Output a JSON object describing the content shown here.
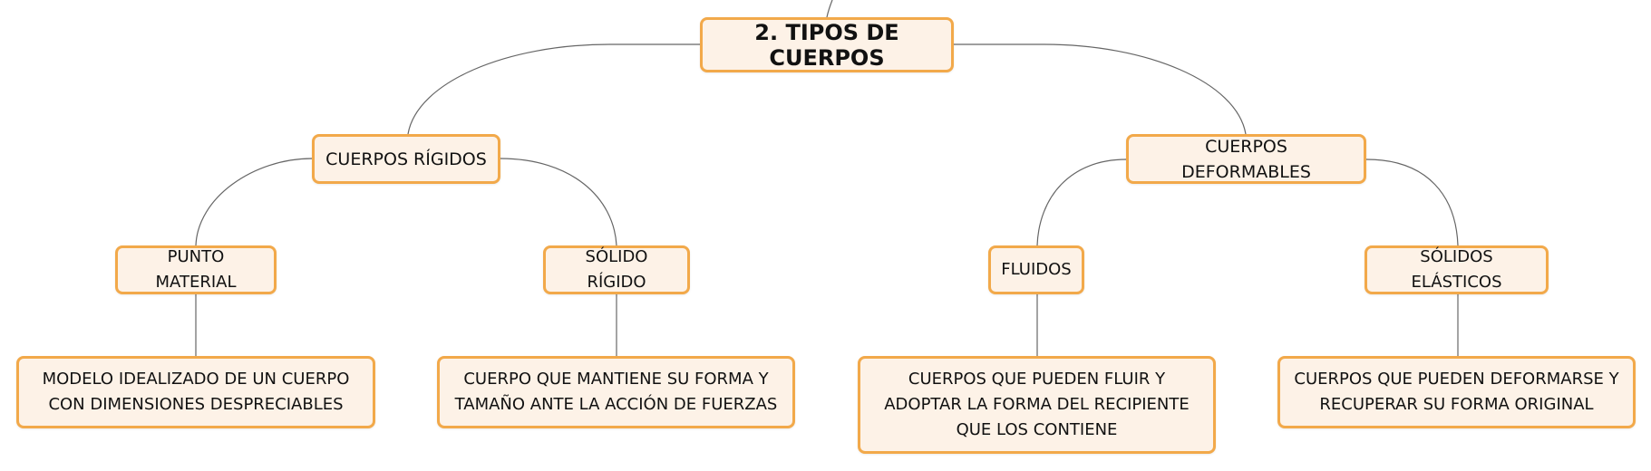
{
  "root": {
    "label": "2. TIPOS DE CUERPOS"
  },
  "branches": [
    {
      "label": "CUERPOS RÍGIDOS",
      "children": [
        {
          "label": "PUNTO MATERIAL",
          "description": "MODELO IDEALIZADO DE UN CUERPO CON DIMENSIONES DESPRECIABLES"
        },
        {
          "label": "SÓLIDO RÍGIDO",
          "description": "CUERPO QUE MANTIENE SU FORMA Y TAMAÑO ANTE LA ACCIÓN DE FUERZAS"
        }
      ]
    },
    {
      "label": "CUERPOS DEFORMABLES",
      "children": [
        {
          "label": "FLUIDOS",
          "description": "CUERPOS QUE PUEDEN FLUIR Y ADOPTAR LA FORMA DEL RECIPIENTE QUE LOS CONTIENE"
        },
        {
          "label": "SÓLIDOS ELÁSTICOS",
          "description": "CUERPOS QUE PUEDEN DEFORMARSE Y RECUPERAR SU FORMA ORIGINAL"
        }
      ]
    }
  ],
  "colors": {
    "node_fill": "#fdf2e7",
    "node_border": "#f2a94a",
    "connector": "#666666"
  }
}
